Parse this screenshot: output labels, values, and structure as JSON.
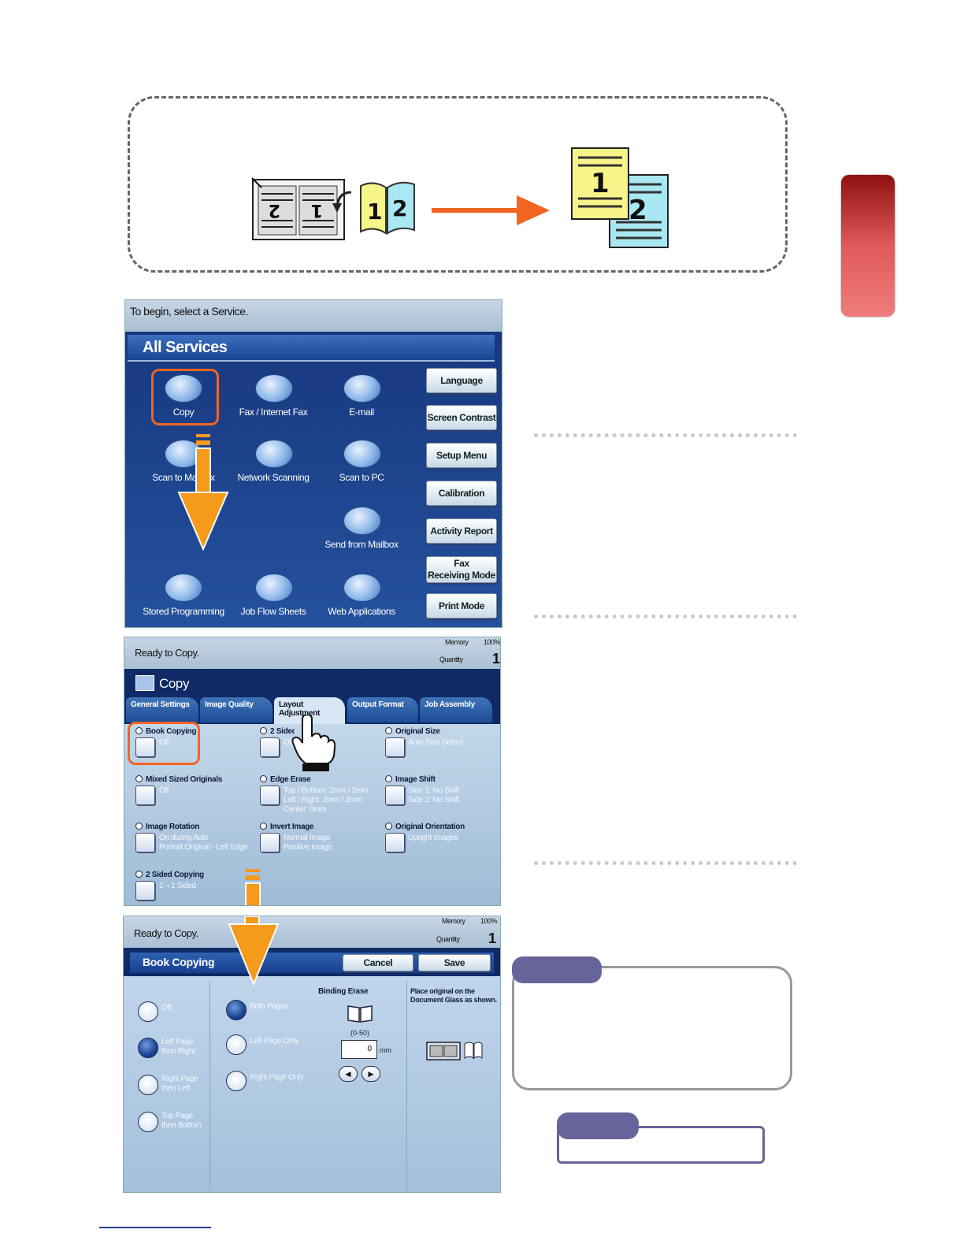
{
  "colors": {
    "accent_orange": "#f26522",
    "tab_red": "#b32020",
    "screen_blue": "#b7cde0",
    "title_navy": "#0f2a66",
    "note_tab": "#66649a"
  },
  "services_screen": {
    "prompt": "To begin, select a Service.",
    "title": "All Services",
    "services": [
      {
        "label": "Copy",
        "icon": "copy-icon"
      },
      {
        "label": "Fax / Internet Fax",
        "icon": "fax-icon"
      },
      {
        "label": "E-mail",
        "icon": "email-icon"
      },
      {
        "label": "Scan to Mailbox",
        "icon": "scan-mailbox-icon"
      },
      {
        "label": "Network Scanning",
        "icon": "network-scan-icon"
      },
      {
        "label": "Scan to PC",
        "icon": "scan-pc-icon"
      },
      {
        "label": "Send from Mailbox",
        "icon": "send-mailbox-icon"
      },
      {
        "label": "Stored Programming",
        "icon": "stored-programming-icon"
      },
      {
        "label": "Job Flow Sheets",
        "icon": "job-flow-icon"
      },
      {
        "label": "Web Applications",
        "icon": "web-apps-icon"
      }
    ],
    "side_buttons": [
      "Language",
      "Screen Contrast",
      "Setup Menu",
      "Calibration",
      "Activity Report",
      "Fax\nReceiving Mode",
      "Print Mode"
    ]
  },
  "copy_screen": {
    "status": "Ready to Copy.",
    "memory_label": "Memory",
    "memory_value": "100%",
    "quantity_label": "Quantity",
    "quantity_value": "1",
    "title": "Copy",
    "tabs": [
      "General Settings",
      "Image Quality",
      "Layout\nAdjustment",
      "Output Format",
      "Job Assembly"
    ],
    "options": [
      {
        "title": "Book Copying",
        "value": "Off"
      },
      {
        "title": "2 Sided Book Copying",
        "value": "Off"
      },
      {
        "title": "Original Size",
        "value": "Auto Size Detect"
      },
      {
        "title": "Mixed Sized Originals",
        "value": "Off"
      },
      {
        "title": "Edge Erase",
        "value": "Top / Bottom: 2mm / 2mm\nLeft / Right: 2mm / 2mm\nCenter: 0mm"
      },
      {
        "title": "Image Shift",
        "value": "Side 1: No Shift\nSide 2: No Shift"
      },
      {
        "title": "Image Rotation",
        "value": "On during Auto\nPortrait Original - Left Edge"
      },
      {
        "title": "Invert Image",
        "value": "Normal Image\nPositive Image"
      },
      {
        "title": "Original Orientation",
        "value": "Upright Images"
      },
      {
        "title": "2 Sided Copying",
        "value": "1→1 Sided"
      }
    ]
  },
  "book_screen": {
    "status": "Ready to Copy.",
    "memory_label": "Memory",
    "memory_value": "100%",
    "quantity_label": "Quantity",
    "quantity_value": "1",
    "title": "Book Copying",
    "cancel": "Cancel",
    "save": "Save",
    "modes": [
      "Off",
      "Left Page\nthen Right",
      "Right Page\nthen Left",
      "Top Page\nthen Bottom"
    ],
    "modes_selected": 1,
    "pages": [
      "Both Pages",
      "Left Page Only",
      "Right Page Only"
    ],
    "pages_selected": 0,
    "binding_erase_label": "Binding Erase",
    "range": "(0-50)",
    "erase_value": "0",
    "unit": "mm",
    "placement_text": "Place original on the\nDocument Glass as shown."
  }
}
